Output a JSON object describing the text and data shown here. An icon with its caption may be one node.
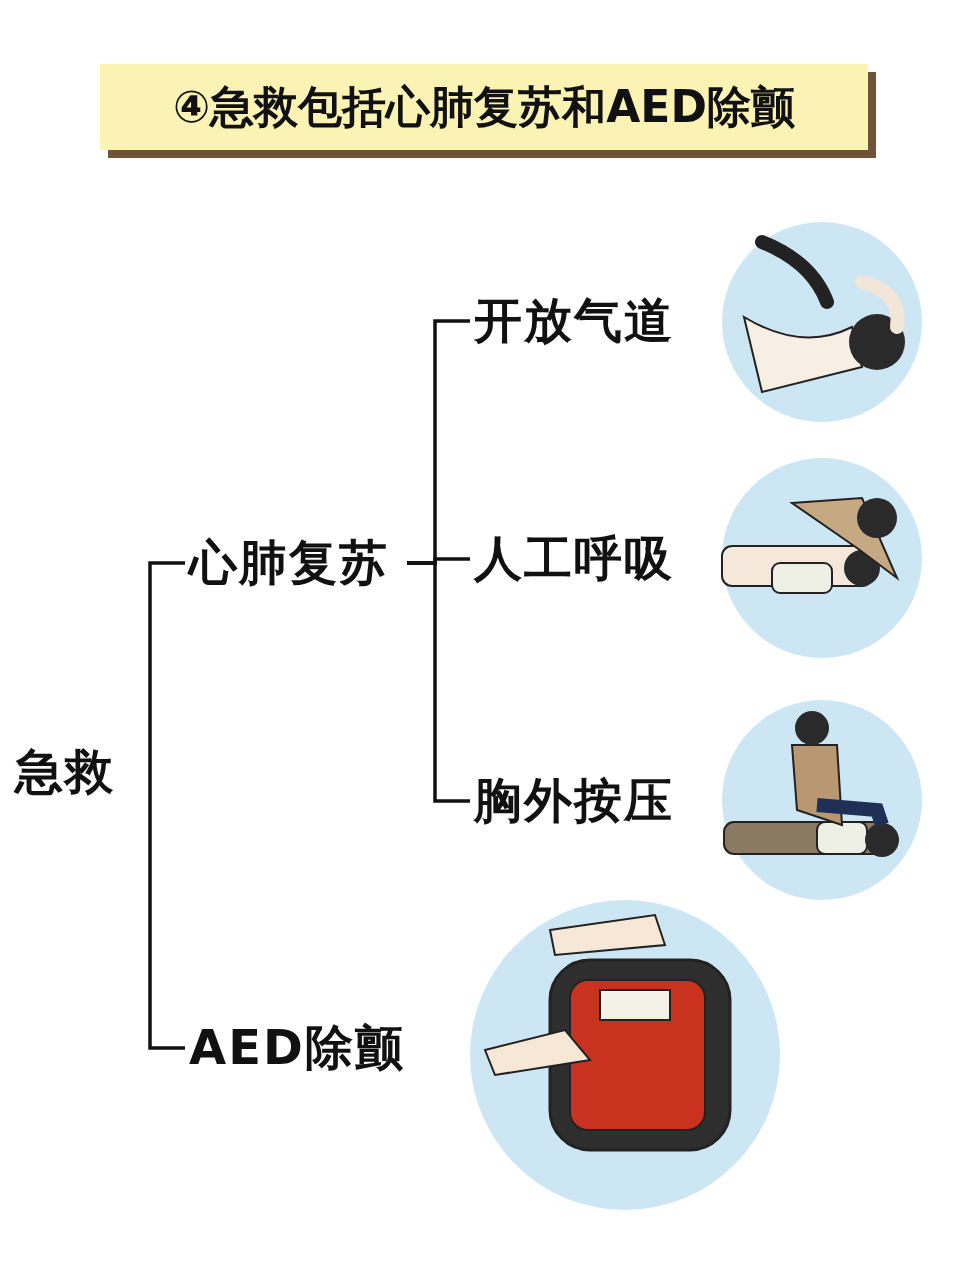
{
  "diagram": {
    "title": "④急救包括心肺复苏和AED除颤",
    "nodes": [
      {
        "text": [
          "急救"
        ]
      },
      {
        "text": [
          "心肺复苏"
        ]
      },
      {
        "text": [
          "AED除颤"
        ]
      },
      {
        "text": [
          "开放气道"
        ]
      },
      {
        "text": [
          "人工呼吸"
        ]
      },
      {
        "text": [
          "胸外按压"
        ]
      }
    ],
    "edges": [
      {
        "from": 0,
        "to": 1,
        "arrow": "none"
      },
      {
        "from": 0,
        "to": 2,
        "arrow": "none"
      },
      {
        "from": 1,
        "to": 3,
        "arrow": "none"
      },
      {
        "from": 1,
        "to": 4,
        "arrow": "none"
      },
      {
        "from": 1,
        "to": 5,
        "arrow": "none"
      }
    ]
  }
}
